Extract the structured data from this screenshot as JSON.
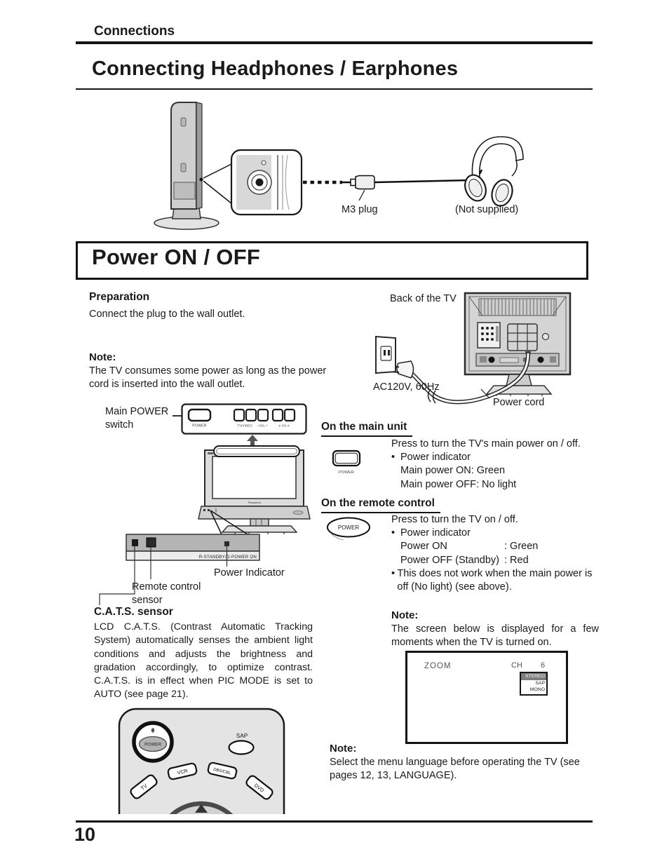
{
  "page_number": "10",
  "header": {
    "kicker": "Connections",
    "title": "Connecting Headphones / Earphones"
  },
  "headphones_figure": {
    "m3_plug_label": "M3 plug",
    "not_supplied_label": "(Not supplied)"
  },
  "power_section_title": "Power ON / OFF",
  "preparation": {
    "heading": "Preparation",
    "body": "Connect the plug to the wall outlet."
  },
  "note_power": {
    "heading": "Note:",
    "body": "The TV consumes some power as long as the power cord is inserted into the wall outlet."
  },
  "back_figure": {
    "label": "Back of the TV",
    "ac_label": "AC120V, 60Hz",
    "cord_label": "Power cord"
  },
  "panel_figure": {
    "label_line1": "Main POWER",
    "label_line2": "switch",
    "power_button": "POWER",
    "tv_video_label": "TV/VIDEO",
    "vol_label": "- VOL +",
    "ch_label": "∨ CH ∧"
  },
  "front_figure": {
    "strip_label": "R-STANDBY/G-POWER ON",
    "power_indicator_label": "Power Indicator",
    "remote_sensor_line1": "Remote control",
    "remote_sensor_line2": "sensor",
    "logo": "Panasonic"
  },
  "cats": {
    "heading": "C.A.T.S. sensor",
    "body": "LCD C.A.T.S. (Contrast Automatic Tracking System) automatically senses the ambient light conditions and adjusts the brightness and gradation accordingly, to optimize contrast. C.A.T.S. is in effect when PIC MODE is set to AUTO (see page 21)."
  },
  "main_unit": {
    "heading": "On the main unit",
    "button_label": "POWER",
    "line1": "Press to turn the TV's main power on / off.",
    "bullet1": "Power indicator",
    "indent1": "Main power ON: Green",
    "indent2": "Main power OFF: No light"
  },
  "remote_section": {
    "heading": "On the remote control",
    "button_label": "POWER",
    "line1": "Press to turn the TV on / off.",
    "bullet1": "Power indicator",
    "on_label": "Power ON",
    "on_value": ": Green",
    "off_label": "Power OFF (Standby)",
    "off_value": ": Red",
    "bullet2": "This does not work when the main power is off (No light) (see above)."
  },
  "note_screen": {
    "heading": "Note:",
    "body": "The screen below is displayed for a few moments when the TV is turned on."
  },
  "osd": {
    "zoom_label": "ZOOM",
    "ch_label": "CH",
    "ch_number": "6",
    "stereo": "STEREO",
    "sap": "SAP",
    "mono": "MONO"
  },
  "note_language": {
    "heading": "Note:",
    "body": "Select the menu language before operating the TV (see pages 12, 13, LANGUAGE)."
  },
  "remote_figure": {
    "power_button": "POWER",
    "sap_button": "SAP",
    "tv_button": "TV",
    "vcr_button": "VCR",
    "dbs_cbl_button": "DBS/CBL",
    "dvd_button": "DVD"
  }
}
